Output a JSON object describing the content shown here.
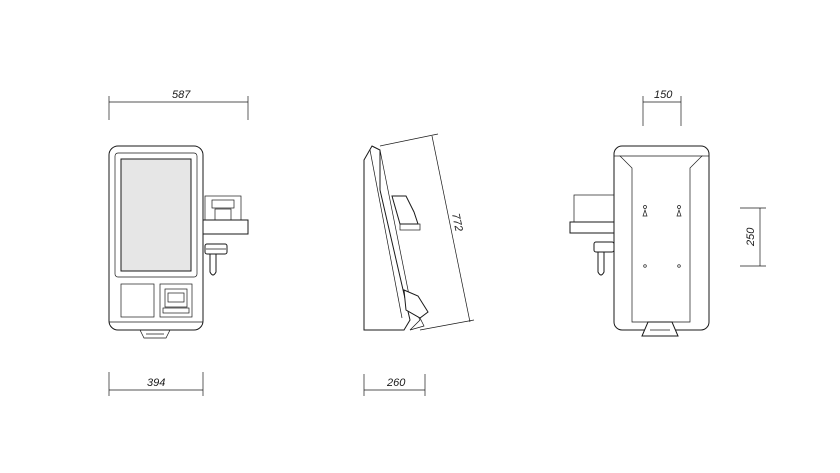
{
  "dimensions": {
    "front_height": "587",
    "front_width": "394",
    "side_diagonal": "772",
    "side_depth": "260",
    "back_top": "150",
    "back_mount": "250"
  }
}
